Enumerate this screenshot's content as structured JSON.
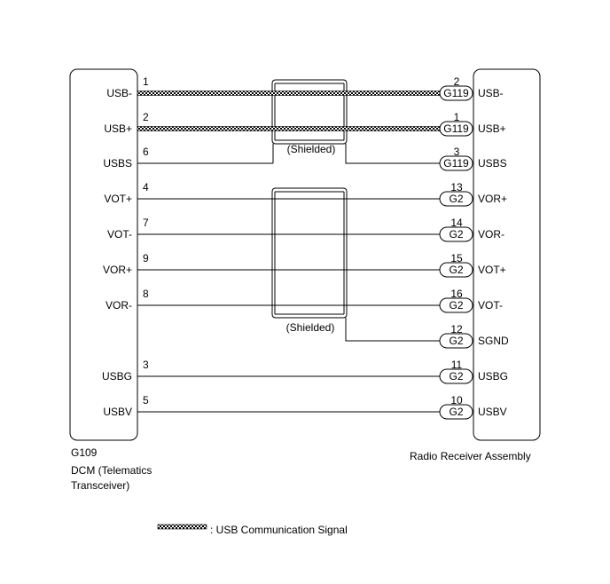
{
  "left_component": {
    "connector": "G109",
    "name_line1": "DCM (Telematics",
    "name_line2": "Transceiver)"
  },
  "right_component": {
    "name": "Radio Receiver Assembly"
  },
  "wires": [
    {
      "left_pin": "1",
      "left_label": "USB-",
      "right_pin": "2",
      "connector": "G119",
      "right_label": "USB-",
      "type": "usb"
    },
    {
      "left_pin": "2",
      "left_label": "USB+",
      "right_pin": "1",
      "connector": "G119",
      "right_label": "USB+",
      "type": "usb"
    },
    {
      "left_pin": "6",
      "left_label": "USBS",
      "right_pin": "3",
      "connector": "G119",
      "right_label": "USBS",
      "type": "shield"
    },
    {
      "left_pin": "4",
      "left_label": "VOT+",
      "right_pin": "13",
      "connector": "G2",
      "right_label": "VOR+",
      "type": "plain"
    },
    {
      "left_pin": "7",
      "left_label": "VOT-",
      "right_pin": "14",
      "connector": "G2",
      "right_label": "VOR-",
      "type": "plain"
    },
    {
      "left_pin": "9",
      "left_label": "VOR+",
      "right_pin": "15",
      "connector": "G2",
      "right_label": "VOT+",
      "type": "plain"
    },
    {
      "left_pin": "8",
      "left_label": "VOR-",
      "right_pin": "16",
      "connector": "G2",
      "right_label": "VOT-",
      "type": "plain"
    },
    {
      "left_pin": "",
      "left_label": "",
      "right_pin": "12",
      "connector": "G2",
      "right_label": "SGND",
      "type": "shield-ground"
    },
    {
      "left_pin": "3",
      "left_label": "USBG",
      "right_pin": "11",
      "connector": "G2",
      "right_label": "USBG",
      "type": "plain"
    },
    {
      "left_pin": "5",
      "left_label": "USBV",
      "right_pin": "10",
      "connector": "G2",
      "right_label": "USBV",
      "type": "plain"
    }
  ],
  "shields": [
    {
      "label": "(Shielded)"
    },
    {
      "label": "(Shielded)"
    }
  ],
  "legend": {
    "text": ": USB Communication Signal"
  }
}
